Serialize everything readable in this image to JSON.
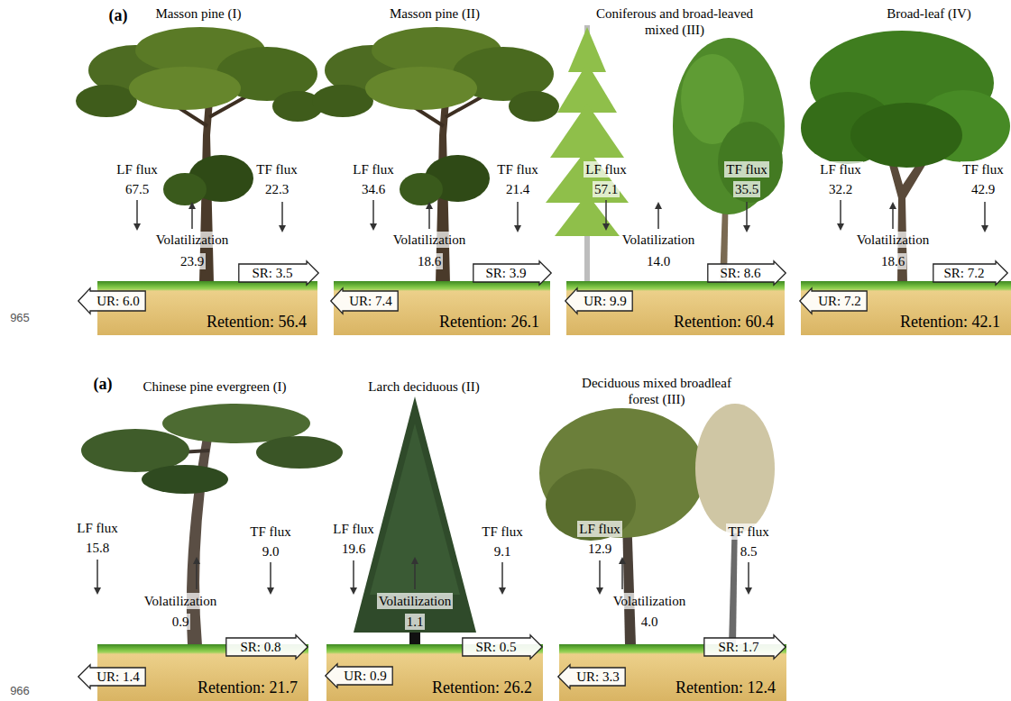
{
  "diagram": {
    "nodes": [
      {
        "text": [
          "Retention: 56.4"
        ]
      },
      {
        "text": [
          "UR: 6.0"
        ]
      },
      {
        "text": [
          "SR: 3.5"
        ]
      },
      {
        "text": [
          "Retention: 26.1"
        ]
      },
      {
        "text": [
          "UR: 7.4"
        ]
      },
      {
        "text": [
          "SR: 3.9"
        ]
      },
      {
        "text": [
          "Retention: 60.4"
        ]
      },
      {
        "text": [
          "UR: 9.9"
        ]
      },
      {
        "text": [
          "SR: 8.6"
        ]
      },
      {
        "text": [
          "Retention: 42.1"
        ]
      },
      {
        "text": [
          "UR: 7.2"
        ]
      },
      {
        "text": [
          "SR: 7.2"
        ]
      },
      {
        "text": [
          "Retention: 21.7"
        ]
      },
      {
        "text": [
          "UR: 1.4"
        ]
      },
      {
        "text": [
          "SR: 0.8"
        ]
      },
      {
        "text": [
          "Retention: 26.2"
        ]
      },
      {
        "text": [
          "UR: 0.9"
        ]
      },
      {
        "text": [
          "SR: 0.5"
        ]
      },
      {
        "text": [
          "Retention: 12.4"
        ]
      },
      {
        "text": [
          "UR: 3.3"
        ]
      },
      {
        "text": [
          "SR: 1.7"
        ]
      }
    ],
    "labels": [
      "(a)",
      "Masson pine (I)",
      "Masson pine (II)",
      "Coniferous and broad-leaved mixed (III)",
      "Broad-leaf (IV)",
      "LF flux",
      "67.5",
      "TF flux",
      "22.3",
      "Volatilization",
      "23.9",
      "LF flux",
      "34.6",
      "TF flux",
      "21.4",
      "Volatilization",
      "18.6",
      "LF flux",
      "57.1",
      "TF flux",
      "35.5",
      "Volatilization",
      "14.0",
      "LF flux",
      "32.2",
      "TF flux",
      "42.9",
      "Volatilization",
      "18.6",
      "965",
      "(a)",
      "Chinese pine evergreen (I)",
      "Larch deciduous (II)",
      "Deciduous mixed broadleaf forest (III)",
      "LF flux",
      "15.8",
      "TF flux",
      "9.0",
      "Volatilization",
      "0.9",
      "LF flux",
      "19.6",
      "TF flux",
      "9.1",
      "Volatilization",
      "1.1",
      "LF flux",
      "12.9",
      "TF flux",
      "8.5",
      "Volatilization",
      "4.0",
      "966"
    ]
  }
}
